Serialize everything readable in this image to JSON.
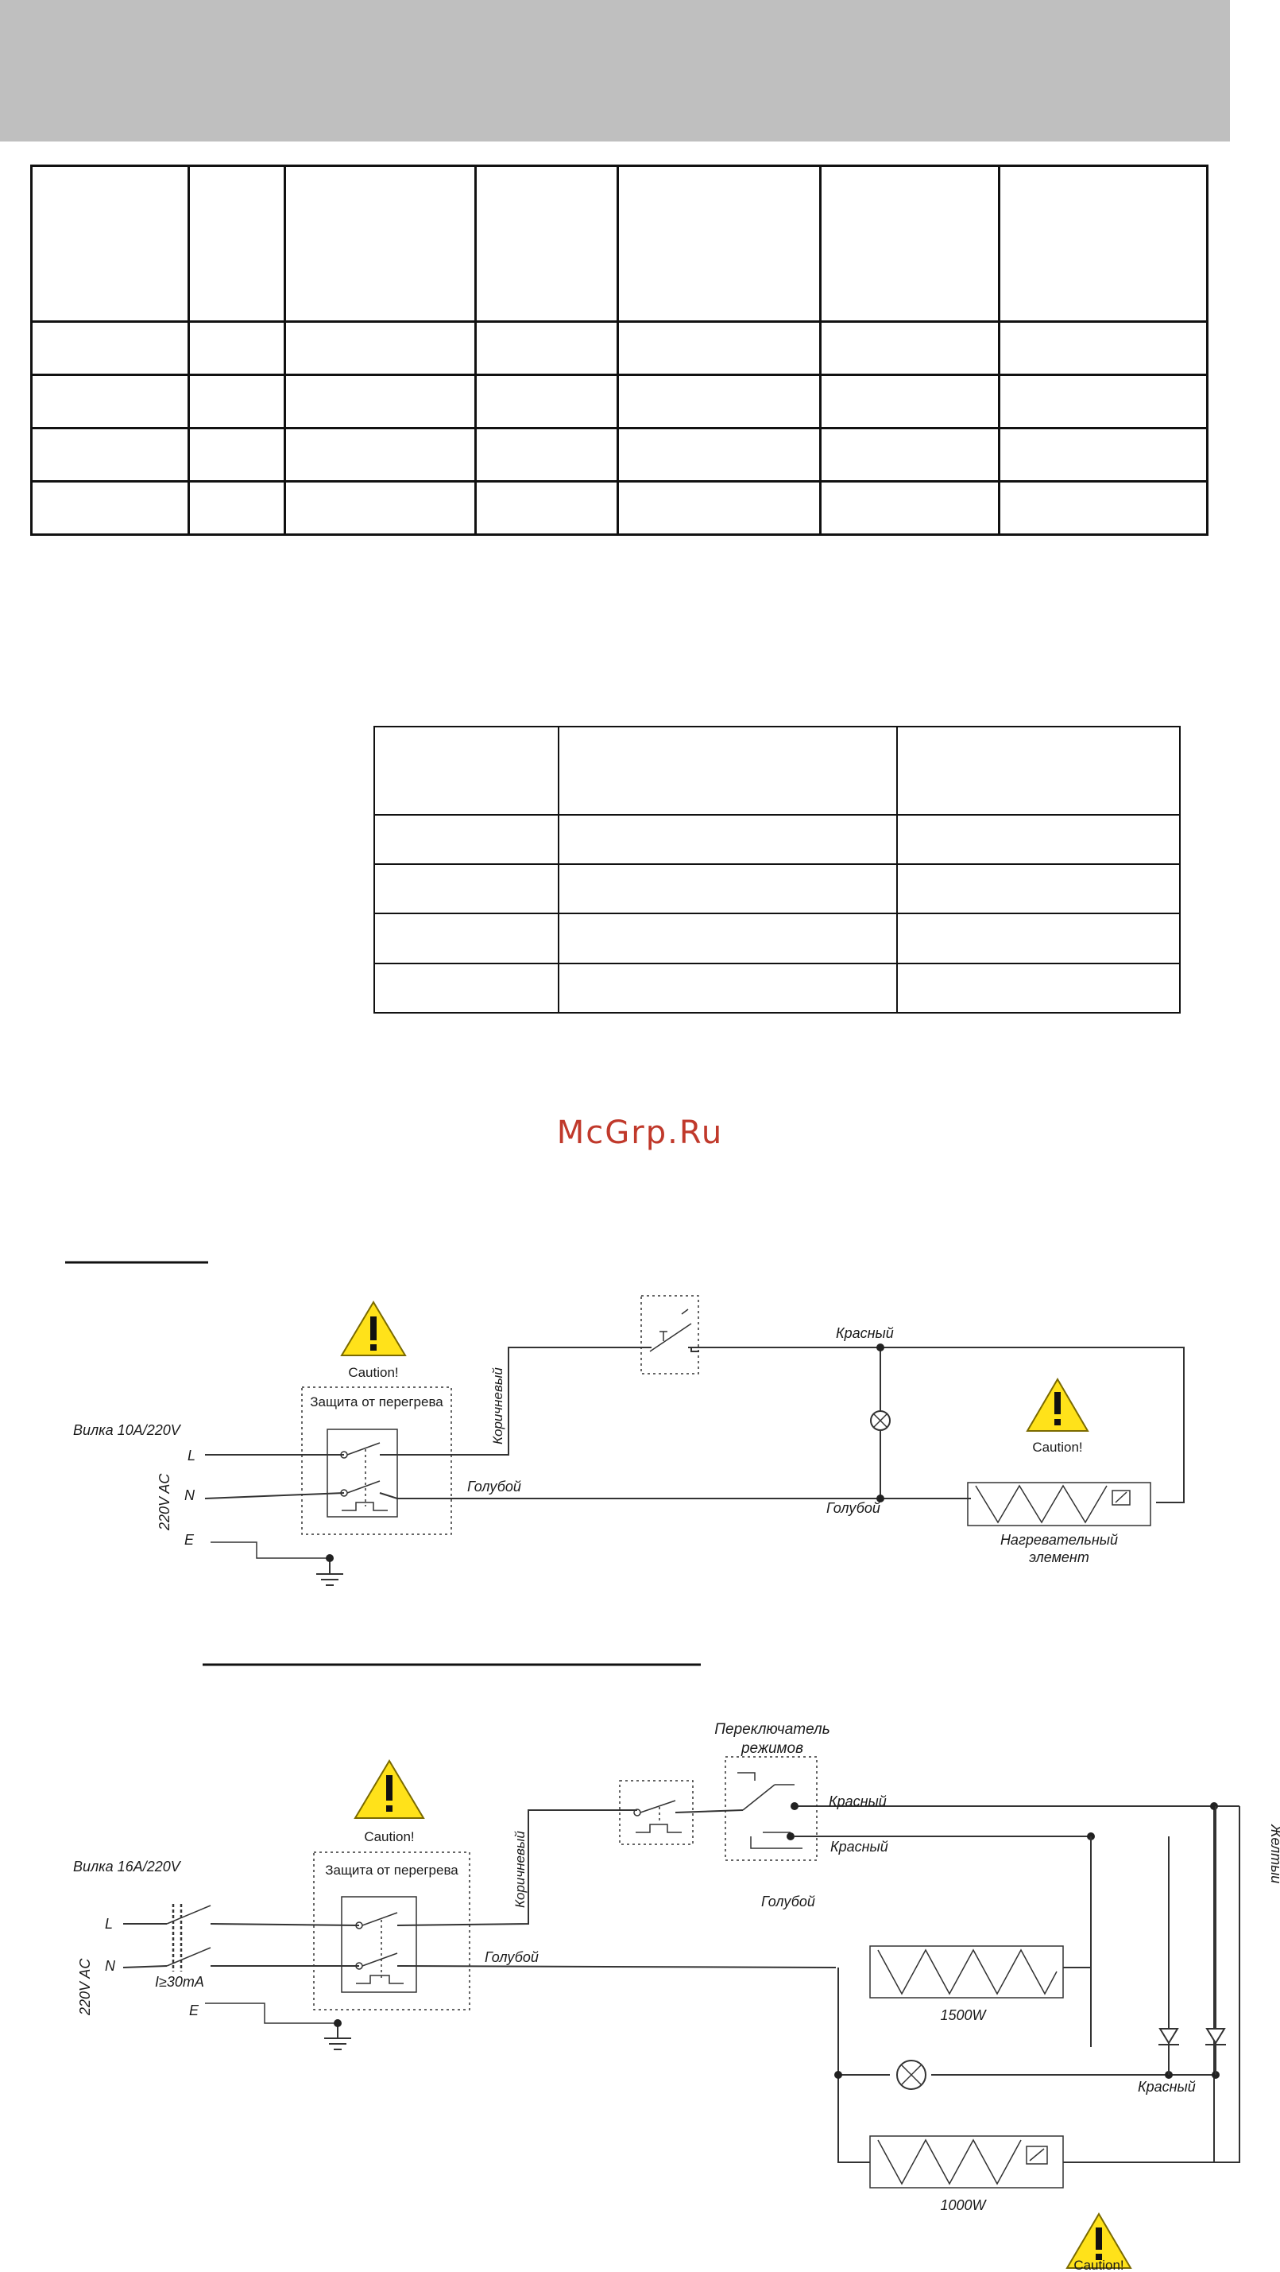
{
  "watermark": "McGrp.Ru",
  "table1": {
    "rows": 5,
    "cols": 7
  },
  "table2": {
    "rows": 5,
    "cols": 3
  },
  "diagram1": {
    "caution": "Caution!",
    "plug": "Вилка 10A/220V",
    "voltage": "220V AC",
    "terminal_l": "L",
    "terminal_n": "N",
    "terminal_e": "E",
    "overheat": "Защита от перегрева",
    "brown": "Коричневый",
    "red": "Красный",
    "blue": "Голубой",
    "heater_line1": "Нагревательный",
    "heater_line2": "элемент"
  },
  "diagram2": {
    "caution": "Caution!",
    "plug": "Вилка 16A/220V",
    "voltage": "220V AC",
    "terminal_l": "L",
    "terminal_n": "N",
    "terminal_e": "E",
    "rcd": "I≥30mA",
    "overheat": "Защита от перегрева",
    "brown": "Коричневый",
    "mode_switch_line1": "Переключатель",
    "mode_switch_line2": "режимов",
    "red": "Красный",
    "blue": "Голубой",
    "yellow": "Желтый",
    "heater_1500": "1500W",
    "heater_1000": "1000W"
  },
  "colors": {
    "band": "#bfbfbf",
    "watermark": "#c0392b",
    "warning": "#ffe21a"
  }
}
